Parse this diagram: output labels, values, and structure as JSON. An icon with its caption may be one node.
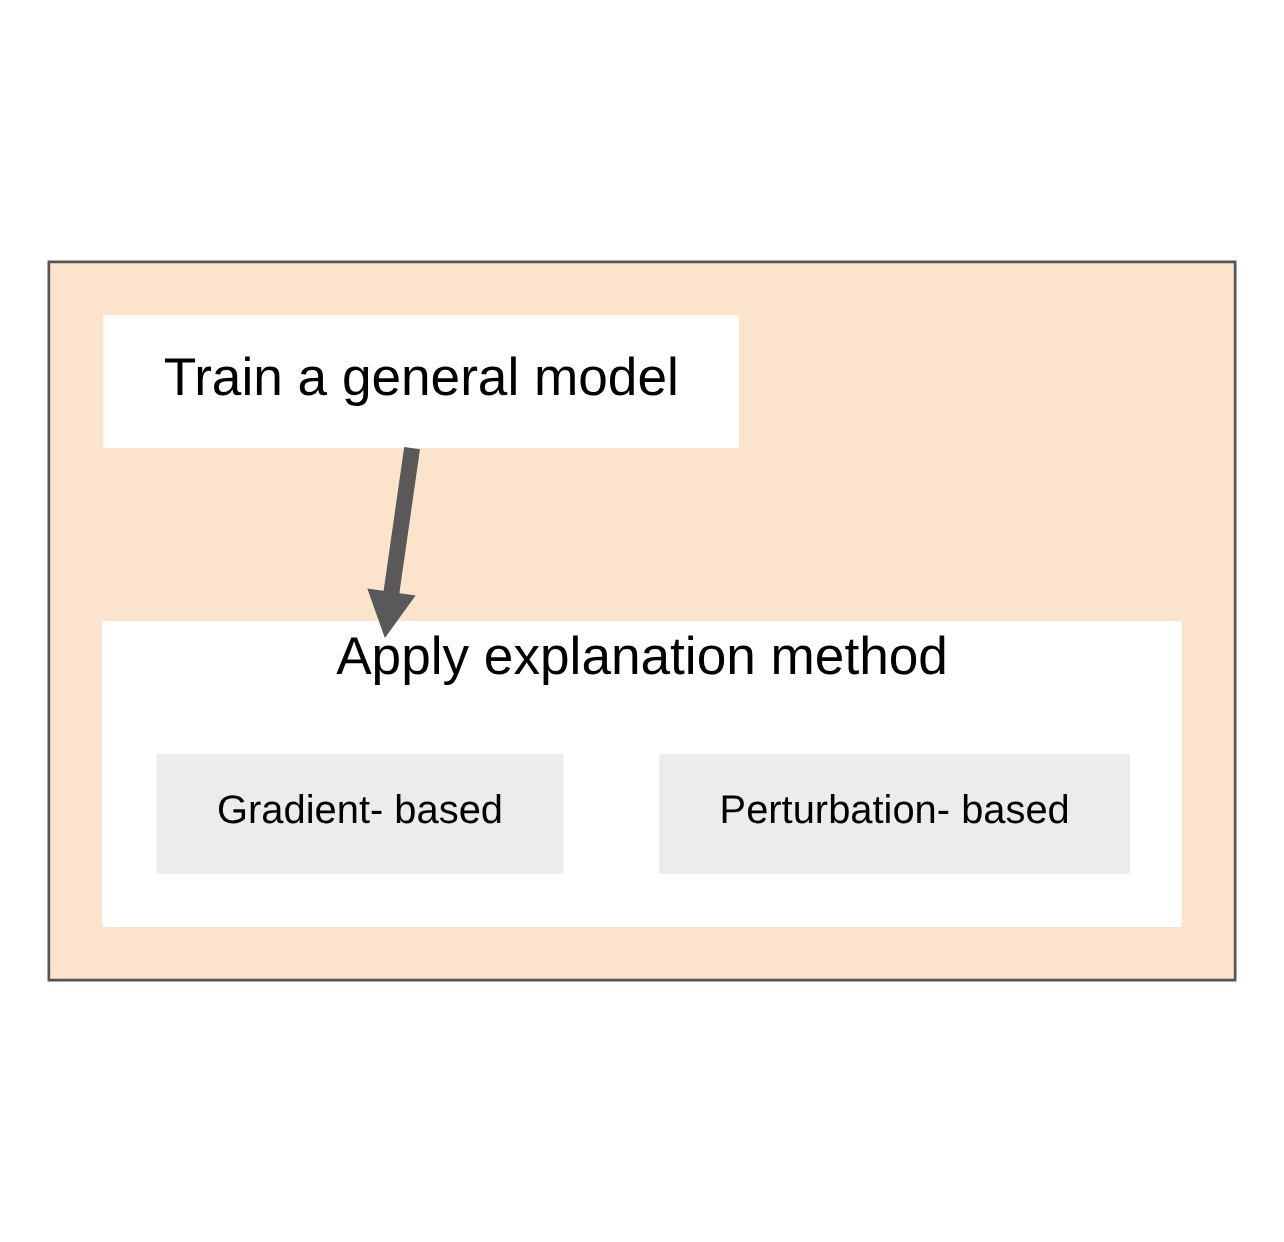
{
  "diagram": {
    "nodes": [
      {
        "text": [],
        "shape": "box"
      },
      {
        "text": [
          "Train a general model"
        ],
        "in": 0
      },
      {
        "text": [
          "Apply explanation method"
        ],
        "in": 0
      },
      {
        "text": [
          "Gradient- based"
        ],
        "in": 2
      },
      {
        "text": [
          "Perturbation- based"
        ],
        "in": 2
      }
    ],
    "edges": [
      {
        "from": 1,
        "to": 2,
        "arrow": "to"
      }
    ]
  }
}
